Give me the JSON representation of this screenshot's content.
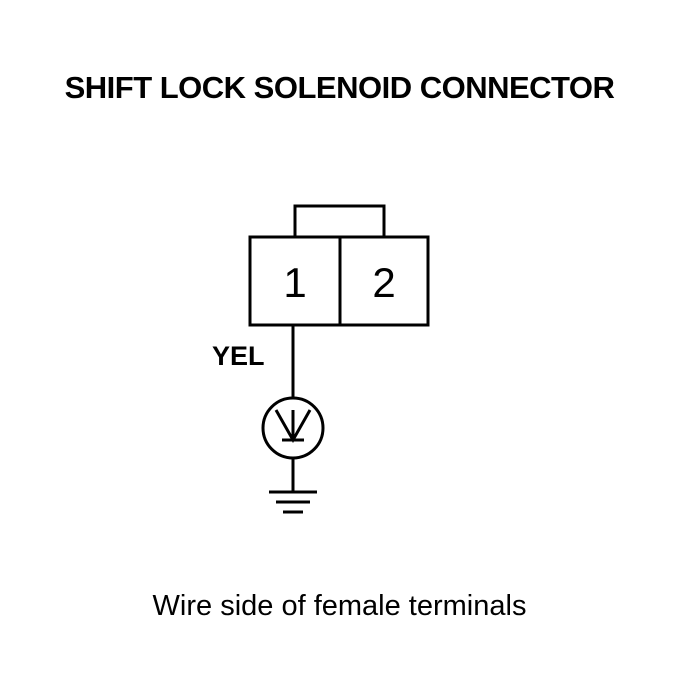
{
  "title": "SHIFT LOCK SOLENOID CONNECTOR",
  "connector": {
    "terminals": [
      {
        "number": "1"
      },
      {
        "number": "2"
      }
    ]
  },
  "wire": {
    "color_label": "YEL"
  },
  "meter_icon": "voltmeter-symbol-icon",
  "ground_icon": "ground-symbol-icon",
  "caption": "Wire side of female terminals"
}
